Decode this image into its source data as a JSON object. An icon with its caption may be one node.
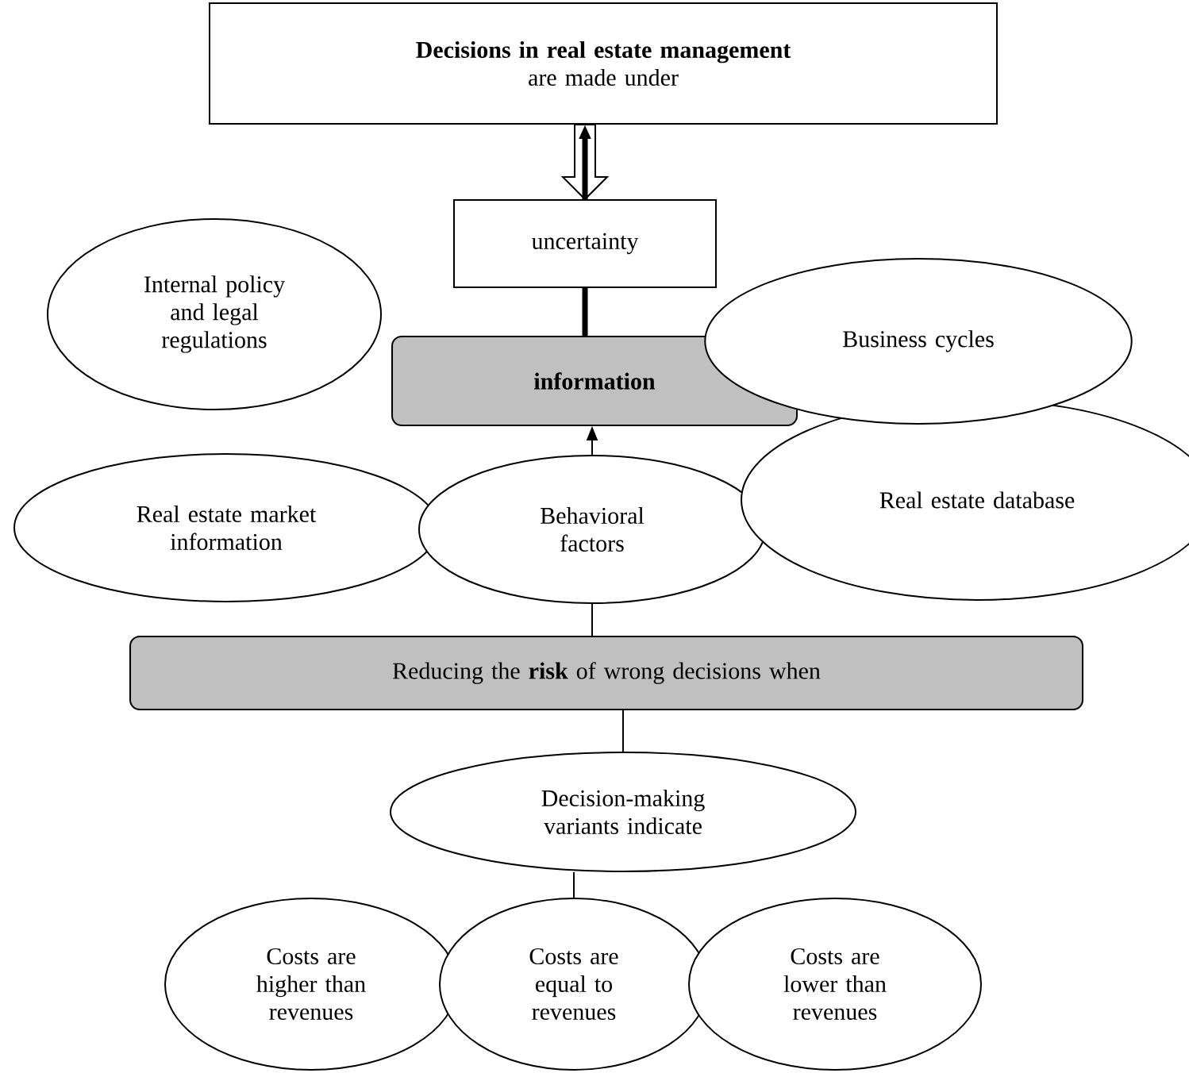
{
  "diagram": {
    "nodes": [
      {
        "text": [
          "Decisions in real estate management",
          "are made under"
        ]
      },
      {
        "text": [
          "uncertainty"
        ]
      },
      {
        "text": [
          "information"
        ]
      },
      {
        "text": [
          "Internal policy and legal regulations"
        ]
      },
      {
        "text": [
          "Business cycles"
        ]
      },
      {
        "text": [
          "Real estate market information"
        ]
      },
      {
        "text": [
          "Behavioral factors"
        ]
      },
      {
        "text": [
          "Real estate database"
        ]
      },
      {
        "text": [
          "Reducing the **risk** of wrong decisions when"
        ]
      },
      {
        "text": [
          "Decision-making variants indicate"
        ]
      },
      {
        "text": [
          "Costs are higher than revenues"
        ]
      },
      {
        "text": [
          "Costs are equal to revenues"
        ]
      },
      {
        "text": [
          "Costs are lower than revenues"
        ]
      }
    ],
    "edges": [
      {
        "from": 0,
        "to": 1,
        "arrow": "to"
      },
      {
        "from": 1,
        "to": 0,
        "arrow": "to",
        "style": "thick"
      },
      {
        "from": 1,
        "to": 2,
        "arrow": "none",
        "style": "thick"
      },
      {
        "from": 6,
        "to": 2,
        "arrow": "to"
      },
      {
        "from": 6,
        "to": 8,
        "arrow": "none"
      },
      {
        "from": 8,
        "to": 9,
        "arrow": "none"
      },
      {
        "from": 9,
        "to": 11,
        "arrow": "none"
      }
    ]
  }
}
